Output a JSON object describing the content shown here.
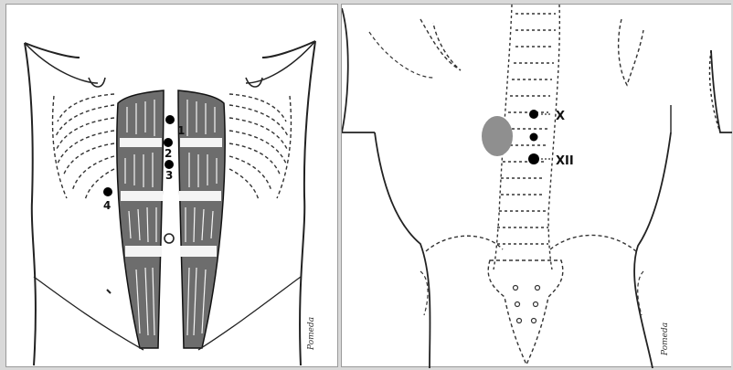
{
  "front_view": {
    "point_labels": [
      "1",
      "2",
      "3",
      "4"
    ],
    "artist_signature": "Pomeda"
  },
  "back_view": {
    "vertebra_labels": [
      "X",
      "XII"
    ],
    "artist_signature": "Pomeda"
  },
  "colors": {
    "background": "#d9d9d9",
    "panel": "#ffffff",
    "line": "#222222",
    "point": "#000000",
    "lesion": "#8f8f8f"
  }
}
